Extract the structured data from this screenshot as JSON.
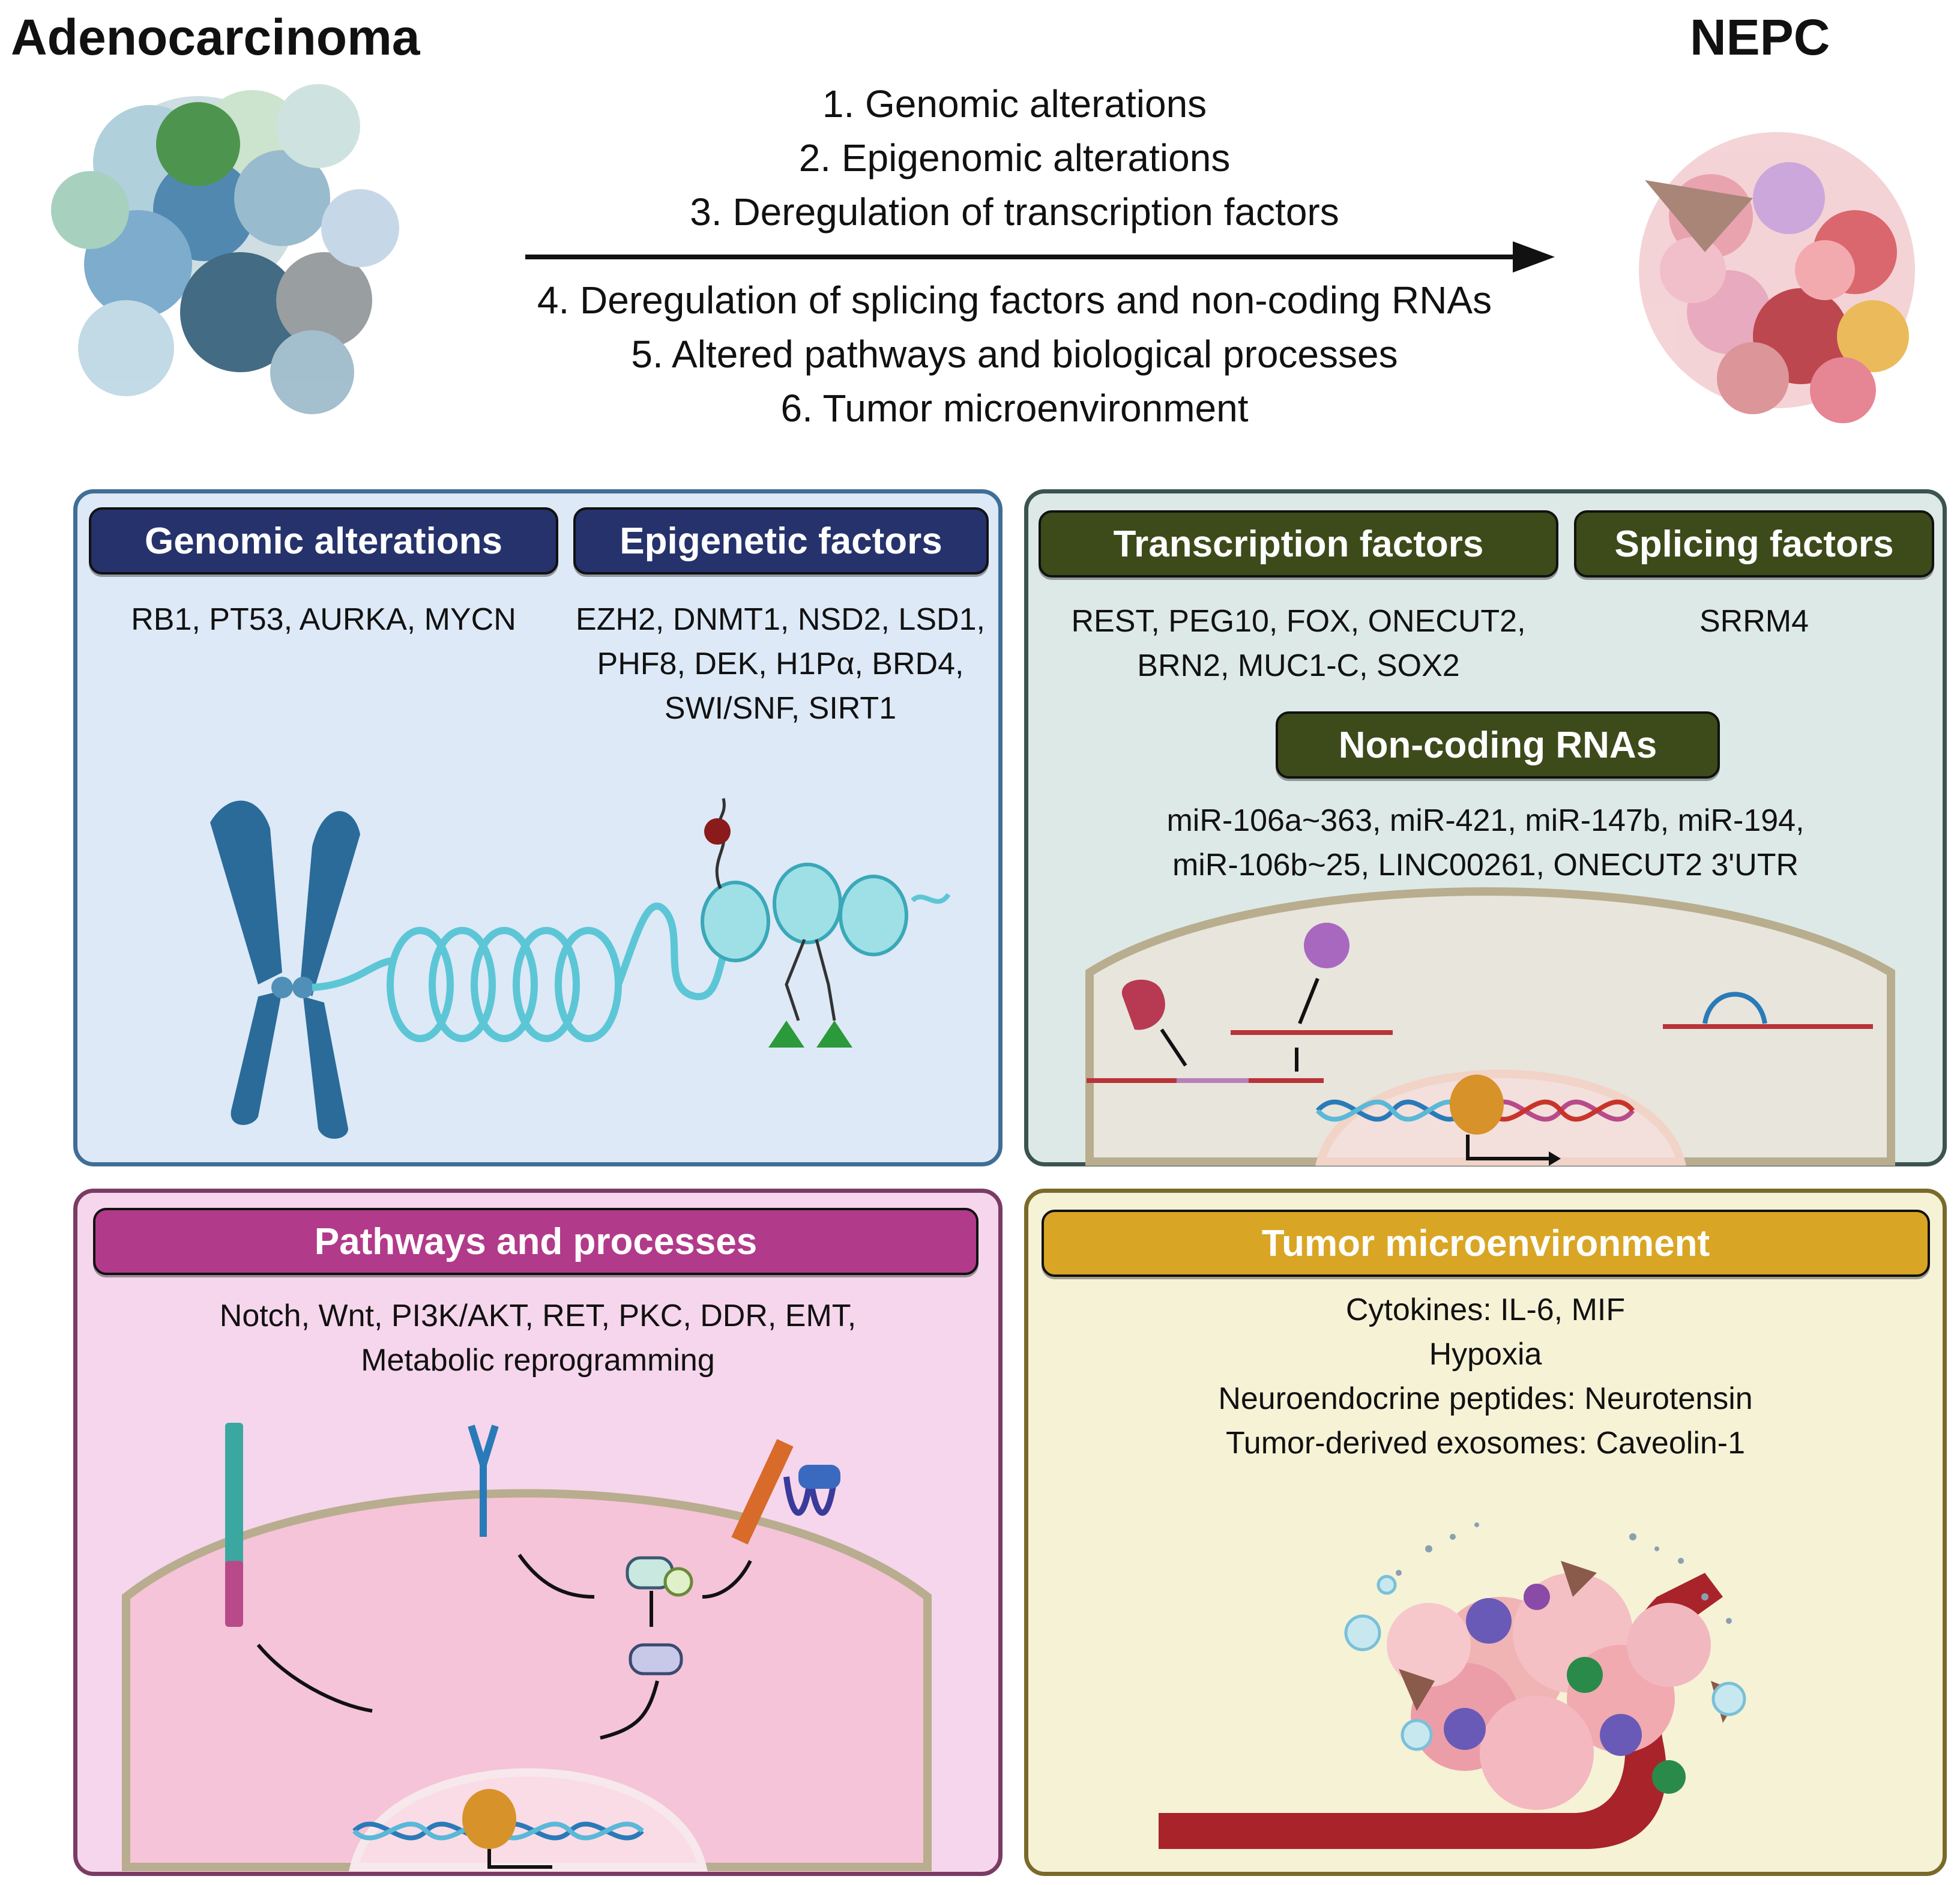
{
  "header": {
    "left_title": "Adenocarcinoma",
    "right_title": "NEPC",
    "steps_before_arrow": [
      "1.  Genomic alterations",
      "2.  Epigenomic alterations",
      "3.  Deregulation of transcription factors"
    ],
    "steps_after_arrow": [
      "4.  Deregulation of splicing factors and non-coding RNAs",
      "5.  Altered pathways and biological processes",
      "6.  Tumor microenvironment"
    ]
  },
  "panels": {
    "genomic": {
      "genomic_label": "Genomic alterations",
      "genomic_items": "RB1, PT53, AURKA, MYCN",
      "epigenetic_label": "Epigenetic factors",
      "epigenetic_items": "EZH2, DNMT1, NSD2, LSD1,\nPHF8, DEK, H1Pα, BRD4,\nSWI/SNF, SIRT1"
    },
    "transcription": {
      "tf_label": "Transcription factors",
      "tf_items": "REST, PEG10, FOX, ONECUT2,\nBRN2, MUC1-C, SOX2",
      "splicing_label": "Splicing factors",
      "splicing_items": "SRRM4",
      "ncrna_label": "Non-coding RNAs",
      "ncrna_items": "miR-106a~363, miR-421, miR-147b, miR-194,\nmiR-106b~25, LINC00261, ONECUT2 3'UTR"
    },
    "pathways": {
      "label": "Pathways and processes",
      "items": "Notch, Wnt, PI3K/AKT, RET, PKC, DDR, EMT,\nMetabolic reprogramming"
    },
    "tme": {
      "label": "Tumor microenvironment",
      "items": "Cytokines: IL-6, MIF\nHypoxia\nNeuroendocrine peptides: Neurotensin\nTumor-derived exosomes: Caveolin-1"
    }
  },
  "colors": {
    "genomic_panel_bg": "#dde9f6",
    "genomic_panel_border": "#3f6e96",
    "genomic_pill": "#25326b",
    "transcription_panel_bg": "#dde9e6",
    "transcription_panel_border": "#3c5350",
    "transcription_pill": "#3d4a1a",
    "pathways_panel_bg": "#f6d6ec",
    "pathways_panel_border": "#7a3c64",
    "pathways_pill": "#b23a8a",
    "tme_panel_bg": "#f6f2d6",
    "tme_panel_border": "#7a6a2a",
    "tme_pill": "#d9a524"
  }
}
